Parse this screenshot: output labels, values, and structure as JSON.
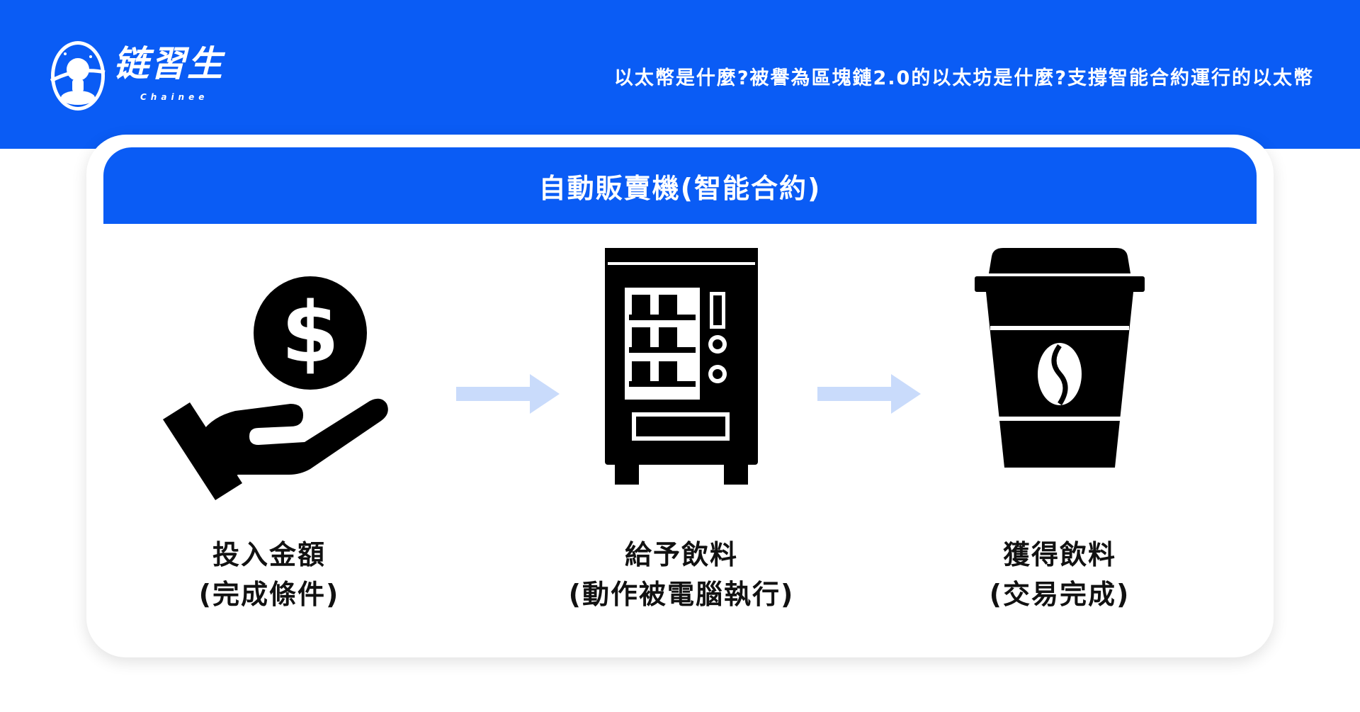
{
  "brand": {
    "name": "链習生",
    "sub": "Chainee"
  },
  "header": {
    "article_title": "以太幣是什麼?被譽為區塊鏈2.0的以太坊是什麼?支撐智能合約運行的以太幣"
  },
  "diagram": {
    "title": "自動販賣機(智能合約)",
    "steps": [
      {
        "icon": "hand-coin-icon",
        "line1": "投入金額",
        "line2": "(完成條件)"
      },
      {
        "icon": "vending-machine-icon",
        "line1": "給予飲料",
        "line2": "(動作被電腦執行)"
      },
      {
        "icon": "coffee-cup-icon",
        "line1": "獲得飲料",
        "line2": "(交易完成)"
      }
    ]
  },
  "colors": {
    "brand_blue": "#0a5cf5",
    "arrow": "#c9dbfb",
    "icon": "#000000"
  }
}
